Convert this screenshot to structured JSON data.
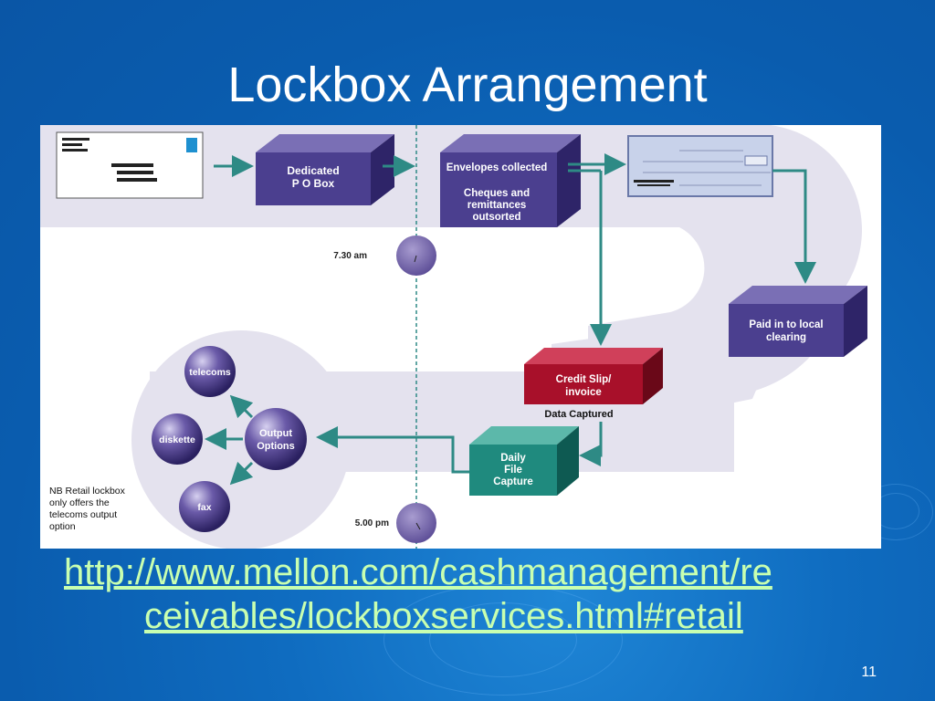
{
  "slide": {
    "title": "Lockbox Arrangement",
    "link_line1": "http://www.mellon.com/cashmanagement/re",
    "link_line2": "ceivables/lockboxservices.html#retail",
    "page_number": "11"
  },
  "diagram": {
    "dedicated_box": "Dedicated\nP O Box",
    "envelopes_box_line1": "Envelopes collected",
    "envelopes_box_line2": "Cheques and\nremittances\noutsorted",
    "paid_box": "Paid in to local\nclearing",
    "credit_slip_box": "Credit Slip/\ninvoice",
    "data_captured": "Data Captured",
    "daily_file_box": "Daily\nFile\nCapture",
    "time_morning": "7.30 am",
    "time_evening": "5.00 pm",
    "output_options": "Output\nOptions",
    "telecoms": "telecoms",
    "diskette": "diskette",
    "fax": "fax",
    "note": "NB Retail lockbox\nonly offers the\ntelecoms output\noption"
  },
  "colors": {
    "box_purple": "#4b3f8f",
    "box_red": "#a8102a",
    "box_teal": "#1f8a7e",
    "arrow": "#2e8a85",
    "band": "#e4e2ee",
    "background": "#0f6cc0",
    "link": "#c8ffb0"
  }
}
